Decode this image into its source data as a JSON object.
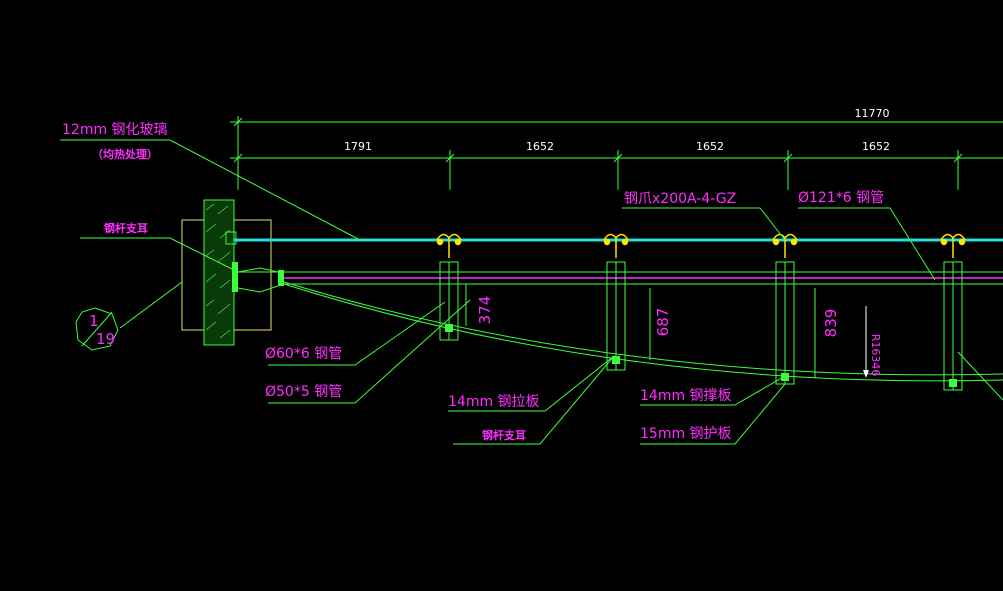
{
  "colors": {
    "background": "#000000",
    "line_green": "#3cff3c",
    "glass_cyan": "#1fe0e0",
    "label_magenta": "#ff2dff",
    "clamp_yellow": "#ffe600",
    "wall_yellow": "#e8e070",
    "dimension_text": "#ffffff"
  },
  "dimensions": {
    "overall": "11770",
    "spans": [
      "1791",
      "1652",
      "1652",
      "1652"
    ]
  },
  "labels": {
    "glass": "12mm 钢化玻璃",
    "glass_note": "（均热处理）",
    "steel_ear_top": "钢杆支耳",
    "pipe_60": "Ø60*6 钢管",
    "pipe_50": "Ø50*5 钢管",
    "claw": "钢爪x200A-4-GZ",
    "pipe_121": "Ø121*6 钢管",
    "plate_14_pull": "14mm 钢拉板",
    "steel_ear_bottom": "钢杆支耳",
    "plate_14_brace": "14mm 钢撑板",
    "plate_15_guard": "15mm 钢护板"
  },
  "heights": {
    "h1": "374",
    "h2": "687",
    "h3": "839",
    "radius": "R16346"
  },
  "detail_callout": {
    "top": "1",
    "bottom": "19"
  }
}
